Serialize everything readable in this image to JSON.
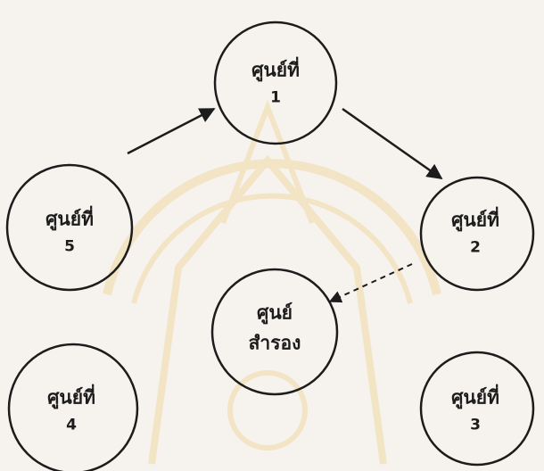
{
  "diagram": {
    "nodes": [
      {
        "id": "c1",
        "label": "ศูนย์ที่",
        "sublabel": "1"
      },
      {
        "id": "c2",
        "label": "ศูนย์ที่",
        "sublabel": "2"
      },
      {
        "id": "c3",
        "label": "ศูนย์ที่",
        "sublabel": "3"
      },
      {
        "id": "c4",
        "label": "ศูนย์ที่",
        "sublabel": "4"
      },
      {
        "id": "c5",
        "label": "ศูนย์ที่",
        "sublabel": "5"
      },
      {
        "id": "backup",
        "label": "ศูนย์",
        "sublabel": "สำรอง"
      }
    ],
    "edges": [
      {
        "from": "c5",
        "to": "c1",
        "style": "solid"
      },
      {
        "from": "c1",
        "to": "c2",
        "style": "solid"
      },
      {
        "from": "c2",
        "to": "backup",
        "style": "dashed"
      }
    ],
    "colors": {
      "stroke": "#1c1c1c",
      "watermark": "#f2dca0"
    }
  }
}
